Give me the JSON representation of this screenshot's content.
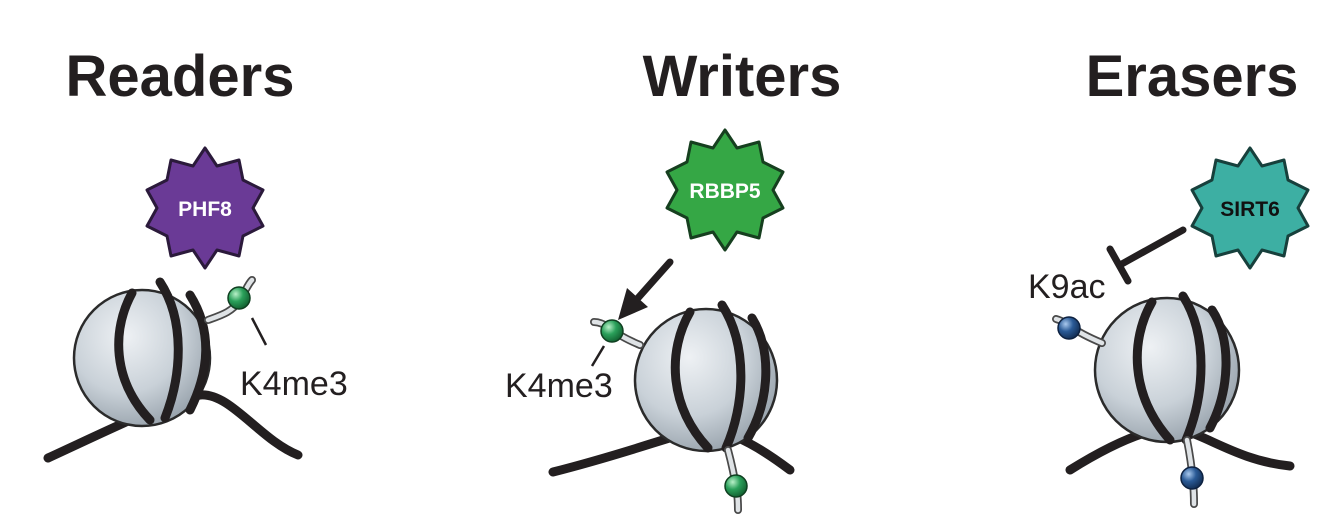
{
  "panels": [
    {
      "title": "Readers",
      "enzyme": {
        "name": "PHF8",
        "color": "#6a3a96",
        "text_color": "#ffffff"
      },
      "mark": "K4me3",
      "relation": "binds"
    },
    {
      "title": "Writers",
      "enzyme": {
        "name": "RBBP5",
        "color": "#35a745",
        "text_color": "#ffffff"
      },
      "mark": "K4me3",
      "relation": "adds"
    },
    {
      "title": "Erasers",
      "enzyme": {
        "name": "SIRT6",
        "color": "#3dafa3",
        "text_color": "#111111"
      },
      "mark": "K9ac",
      "relation": "removes"
    }
  ],
  "colors": {
    "nucleosome": "#c9d1d8",
    "dna": "#231f20",
    "methyl_mark": "#2aa05a",
    "acetyl_mark": "#2a5a96"
  },
  "icons": [
    "gear-shape-enzyme",
    "sphere-nucleosome",
    "arrow",
    "inhibition-bar"
  ]
}
